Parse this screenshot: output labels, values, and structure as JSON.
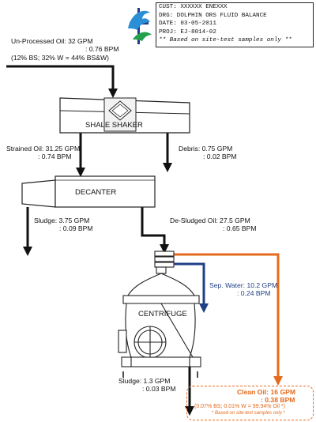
{
  "title_block": {
    "line1": "CUST: XXXXXX ENEXXX",
    "line2": "DRG:  DOLPHIN ORS FLUID BALANCE",
    "line3": "DATE: 03-05-2011",
    "line4": "PROJ: EJ-8014-02",
    "line5": "** Based on site-test samples only **"
  },
  "unprocessed": {
    "line1": "Un-Processed Oil:   32 GPM",
    "line2": ": 0.76 BPM",
    "line3": "(12% BS; 32% W = 44% BS&W)"
  },
  "equipment": {
    "shaker": "SHALE SHAKER",
    "decanter": "DECANTER",
    "centrifuge": "CENTRIFUGE"
  },
  "strained": {
    "line1": "Strained Oil: 31.25 GPM",
    "line2": ": 0.74 BPM"
  },
  "debris": {
    "line1": "Debris: 0.75 GPM",
    "line2": ": 0.02 BPM"
  },
  "sludge_decanter": {
    "line1": "Sludge: 3.75 GPM",
    "line2": ": 0.09 BPM"
  },
  "desludged": {
    "line1": "De-Sludged Oil: 27.5 GPM",
    "line2": ": 0.65 BPM"
  },
  "sep_water": {
    "line1": "Sep. Water: 10.2 GPM",
    "line2": ": 0.24 BPM"
  },
  "sludge_centrifuge": {
    "line1": "Sludge:  1.3 GPM",
    "line2": ": 0.03 BPM"
  },
  "clean_oil": {
    "line1": "Clean Oil:  16 GPM",
    "line2": ": 0.38 BPM",
    "line3": "(0.07% BS; 0.01% W = 99.94% Oil *)",
    "line4": "* Based on site-test samples only *"
  },
  "colors": {
    "clean_oil_stream": "#e46b1c",
    "water_stream": "#1f3f86",
    "process_stream": "#111111"
  },
  "icons": {
    "logo": "dolphin-logo-icon"
  }
}
